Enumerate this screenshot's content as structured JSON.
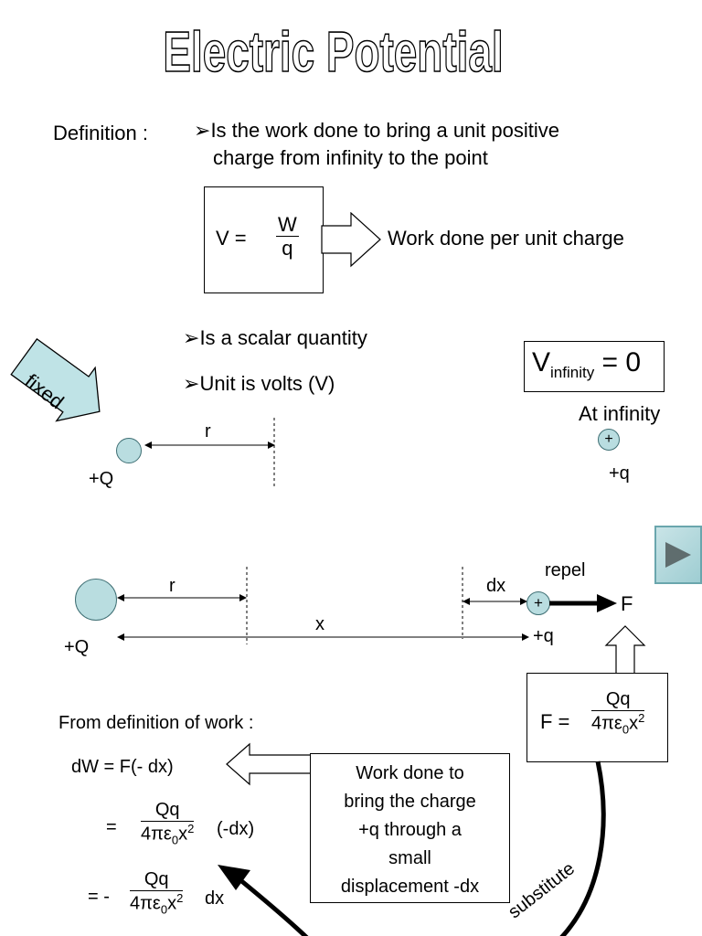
{
  "title": "Electric Potential",
  "definition": {
    "label": "Definition :",
    "bullet_marker": "➢",
    "line1": "Is the work done to bring a unit positive",
    "line2": "charge from infinity to the point"
  },
  "formula_box": {
    "lhs": "V  =",
    "num": "W",
    "den": "q",
    "arrow_label": "Work done per unit charge"
  },
  "bullets": [
    "Is a scalar quantity",
    "Unit is volts (V)"
  ],
  "v_infinity": {
    "v": "V",
    "sub": "infinity",
    "rhs": "= 0"
  },
  "diagram1": {
    "fixed_label": "fixed",
    "r_label": "r",
    "source_charge": "+Q",
    "at_infinity": "At infinity",
    "plus_sign": "+",
    "test_charge": "+q"
  },
  "diagram2": {
    "r_label": "r",
    "source_charge": "+Q",
    "x_label": "x",
    "dx_label": "dx",
    "repel_label": "repel",
    "plus_sign": "+",
    "test_charge": "+q",
    "force_label": "F"
  },
  "force_box": {
    "lhs": "F =",
    "num": "Qq",
    "den_prefix": "4πε",
    "den_sub": "0",
    "den_x": "x",
    "den_sup": "2"
  },
  "work": {
    "heading": "From definition of work :",
    "line1": "dW =  F(- dx)",
    "line2_prefix": "=",
    "line2_suffix": "(-dx)",
    "line3_prefix": "= -",
    "line3_suffix": "dx",
    "num": "Qq",
    "den_prefix": "4πε",
    "den_sub": "0",
    "den_x": "x",
    "den_sup": "2"
  },
  "work_note": [
    "Work done to",
    "bring the charge",
    "+q through a",
    "small",
    "displacement -dx"
  ],
  "substitute_label": "substitute",
  "colors": {
    "ball_fill": "#b9dde0",
    "fixed_fill": "#bfe3e6",
    "nav_fill": "#9ecdd2"
  },
  "nav_icon": "play-triangle-icon"
}
